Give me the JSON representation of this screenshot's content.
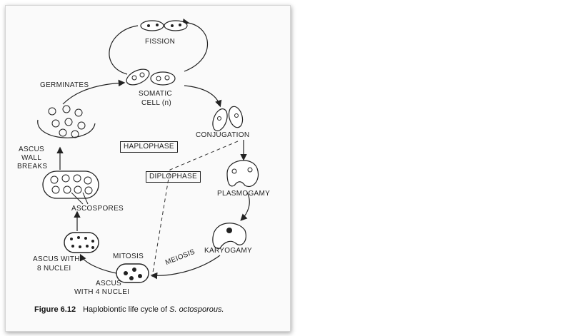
{
  "labels": {
    "fission": "FISSION",
    "germinates": "GERMINATES",
    "somatic": "SOMATIC",
    "cell_n": "CELL (n)",
    "conjugation": "CONJUGATION",
    "haplophase": "HAPLOPHASE",
    "diplophase": "DIPLOPHASE",
    "plasmogamy": "PLASMOGAMY",
    "karyogamy": "KARYOGAMY",
    "meiosis": "MEIOSIS",
    "mitosis": "MITOSIS",
    "ascus_wall": "ASCUS",
    "ascus_wall_2": "WALL",
    "ascus_wall_3": "BREAKS",
    "ascospores": "ASCOSPORES",
    "ascus8_1": "ASCUS WITH",
    "ascus8_2": "8 NUCLEI",
    "ascus4_1": "ASCUS",
    "ascus4_2": "WITH 4 NUCLEI"
  },
  "caption": {
    "figure": "Figure 6.12",
    "text": "Haplobiontic life cycle of ",
    "species": "S. octosporous."
  }
}
